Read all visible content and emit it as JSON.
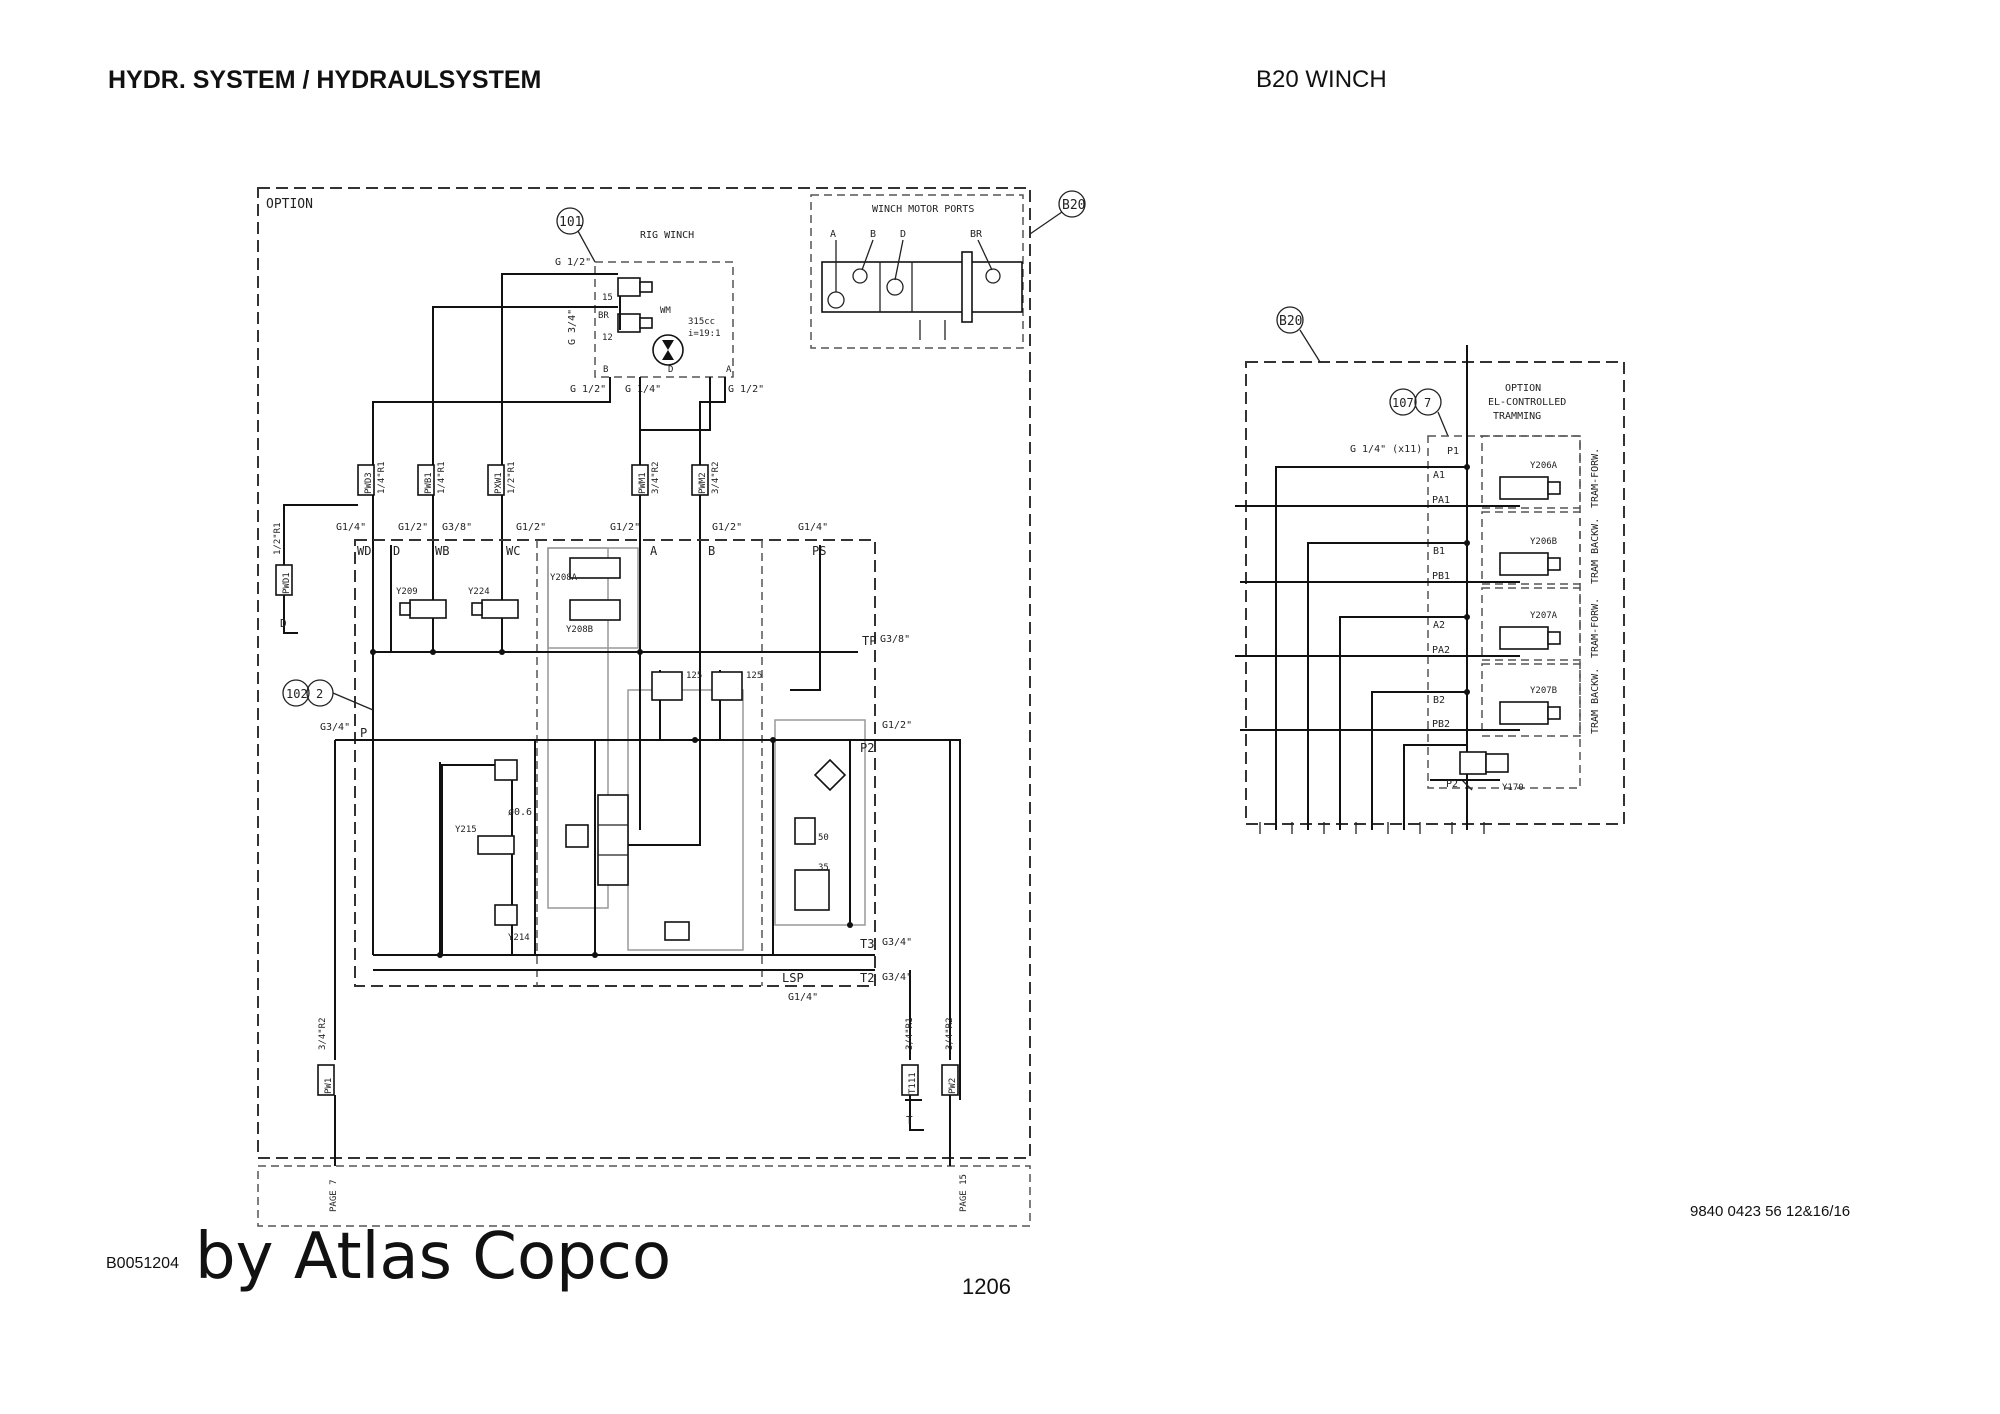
{
  "header": {
    "title_left": "HYDR. SYSTEM / HYDRAULSYSTEM",
    "title_right": "B20 WINCH"
  },
  "footer": {
    "doc_number": "9840 0423 56 12&16/16",
    "image_code": "B0051204",
    "brand": "by Atlas Copco",
    "page_number": "1206"
  },
  "left_diagram": {
    "option_label": "OPTION",
    "frame_tag": "B20",
    "winch": {
      "callout": "101",
      "title": "RIG WINCH",
      "ports_title": "WINCH MOTOR PORTS",
      "port_labels": [
        "A",
        "B",
        "D",
        "BR"
      ],
      "motor_label": "WM",
      "motor_spec": [
        "315cc",
        "i=19:1"
      ],
      "valve_labels": [
        "15",
        "BR",
        "12"
      ],
      "bottom_ports": [
        "B",
        "D",
        "A"
      ],
      "thread_labels": [
        "G 1/2\"",
        "G 3/4\"",
        "G 1/2\"",
        "G 1/4\"",
        "G 1/2\""
      ]
    },
    "hoses": [
      {
        "code": "PWD3",
        "size": "1/4\"R1"
      },
      {
        "code": "PWB1",
        "size": "1/4\"R1"
      },
      {
        "code": "PXW1",
        "size": "1/2\"R1"
      },
      {
        "code": "PWM1",
        "size": "3/4\"R2"
      },
      {
        "code": "PWM2",
        "size": "3/4\"R2"
      },
      {
        "code": "PWD1",
        "size": "1/2\"R1"
      },
      {
        "code": "PW1",
        "size": "3/4\"R2"
      },
      {
        "code": "T111",
        "size": "3/4\"R1"
      },
      {
        "code": "PW2",
        "size": "3/4\"R2"
      }
    ],
    "block": {
      "callout": [
        "102",
        "2"
      ],
      "top_ports": [
        "WD",
        "D",
        "WB",
        "WC",
        "A",
        "B",
        "PS"
      ],
      "top_threads": [
        "G1/4\"",
        "G1/2\"",
        "G3/8\"",
        "G1/2\"",
        "G1/2\"",
        "G1/2\"",
        "G1/4\""
      ],
      "side_ports": [
        "P",
        "TP",
        "P2",
        "T3",
        "T2",
        "LSP"
      ],
      "side_threads": [
        "G3/4\"",
        "G3/8\"",
        "G1/2\"",
        "G3/4\"",
        "G3/4\"",
        "G1/4\""
      ],
      "components": [
        "Y209",
        "Y224",
        "Y208A",
        "Y208B",
        "Y215",
        "Y214"
      ],
      "settings": [
        "125",
        "125",
        "50",
        "35",
        "ø0.6"
      ]
    },
    "end_labels": [
      "D",
      "T"
    ],
    "page_refs": [
      "PAGE 7",
      "PAGE 15"
    ]
  },
  "right_diagram": {
    "frame_tag": "B20",
    "callout": [
      "107",
      "7"
    ],
    "option_text": [
      "OPTION",
      "EL-CONTROLLED",
      "TRAMMING"
    ],
    "thread": "G 1/4\" (x11)",
    "ports": [
      "P1",
      "A1",
      "PA1",
      "B1",
      "PB1",
      "A2",
      "PA2",
      "B2",
      "PB2",
      "P2"
    ],
    "valves": [
      "Y206A",
      "Y206B",
      "Y207A",
      "Y207B",
      "Y170"
    ],
    "functions": [
      "TRAM-FORW.",
      "TRAM BACKW.",
      "TRAM-FORW.",
      "TRAM BACKW."
    ]
  }
}
